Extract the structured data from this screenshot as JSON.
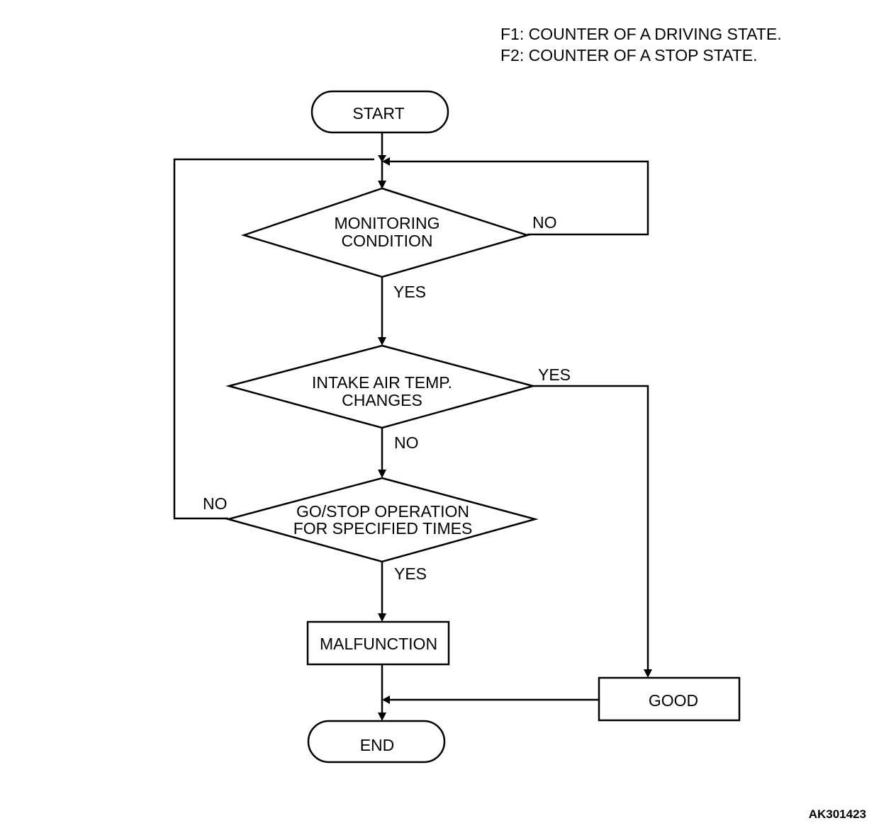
{
  "legend": {
    "f1": "F1: COUNTER OF A DRIVING STATE.",
    "f2": "F2: COUNTER OF A STOP STATE."
  },
  "nodes": {
    "start": "START",
    "monitoring": [
      "MONITORING",
      "CONDITION"
    ],
    "intake": [
      "INTAKE AIR TEMP.",
      "CHANGES"
    ],
    "gostop": [
      "GO/STOP OPERATION",
      "FOR SPECIFIED TIMES"
    ],
    "malfunction": "MALFUNCTION",
    "good": "GOOD",
    "end": "END"
  },
  "edges": {
    "monitoring_no": "NO",
    "monitoring_yes": "YES",
    "intake_yes": "YES",
    "intake_no": "NO",
    "gostop_no": "NO",
    "gostop_yes": "YES"
  },
  "figure_id": "AK301423",
  "colors": {
    "line": "#000000",
    "background": "#ffffff"
  }
}
